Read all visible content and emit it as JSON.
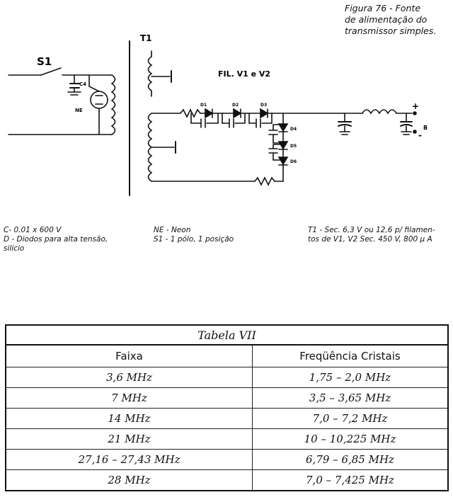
{
  "figure": {
    "caption_lines": [
      "Figura 76 - Fonte",
      "de alimentação do",
      "transmissor simples."
    ]
  },
  "schematic": {
    "labels": {
      "s1": "S1",
      "t1": "T1",
      "c4": "C4",
      "ne": "NE",
      "fil": "FIL. V1 e V2",
      "d1": "D1",
      "d2": "D2",
      "d3": "D3",
      "d4": "D4",
      "d5": "D5",
      "d6": "D6",
      "plus": "+",
      "minus": "-",
      "b": "B"
    }
  },
  "legend": {
    "left": [
      "C- 0.01 x 600 V",
      "D - Diodos para alta tensão,",
      "silício"
    ],
    "middle": [
      "NE - Neon",
      "S1 - 1 pólo, 1 posição"
    ],
    "right": [
      "T1 - Sec. 6,3 V ou 12,6 p/ filamen-",
      "tos de V1, V2 Sec. 450 V, 800 μ A"
    ]
  },
  "table": {
    "title": "Tabela VII",
    "headers": [
      "Faixa",
      "Freqüência Cristais"
    ],
    "rows": [
      [
        "3,6 MHz",
        "1,75  –  2,0 MHz"
      ],
      [
        "7 MHz",
        "3,5  –  3,65 MHz"
      ],
      [
        "14 MHz",
        "7,0  –  7,2 MHz"
      ],
      [
        "21 MHz",
        "10  –  10,225 MHz"
      ],
      [
        "27,16  –  27,43 MHz",
        "6,79  –  6,85 MHz"
      ],
      [
        "28 MHz",
        "7,0  –  7,425 MHz"
      ]
    ]
  }
}
